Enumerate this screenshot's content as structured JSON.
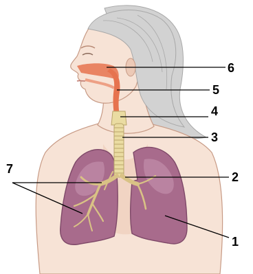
{
  "colors": {
    "background": "#ffffff",
    "skin": "#f7e3d6",
    "skin_shadow": "#ecc9b6",
    "skin_outline": "#c79a85",
    "hair": "#d2d2d2",
    "hair_line": "#a8a8a8",
    "lung": "#a86b8c",
    "lung_light": "#c997b2",
    "lung_dark": "#7e4868",
    "airway": "#e6734f",
    "trachea": "#eadca2",
    "trachea_ring": "#b9a56a",
    "bronchi": "#d9c285",
    "leader_line": "#000000",
    "label_text": "#000000"
  },
  "labels": [
    {
      "id": "lungs",
      "text": "1"
    },
    {
      "id": "bronchus",
      "text": "2"
    },
    {
      "id": "trachea",
      "text": "3"
    },
    {
      "id": "larynx",
      "text": "4"
    },
    {
      "id": "pharynx",
      "text": "5"
    },
    {
      "id": "nasal-cavity",
      "text": "6"
    },
    {
      "id": "bronchioles",
      "text": "7"
    }
  ]
}
